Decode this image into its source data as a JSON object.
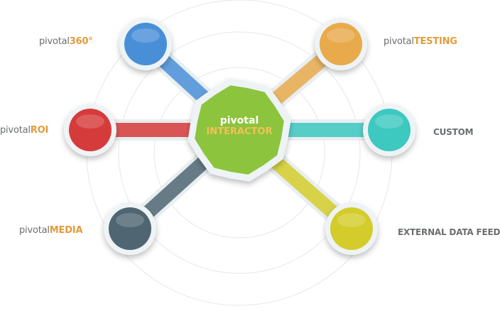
{
  "center": {
    "line1": "pivotal",
    "line2": "INTERACTOR",
    "color": "#8cc43c"
  },
  "nodes": [
    {
      "prefix": "pivotal",
      "suffix": "360°",
      "color": "#4a8fd8"
    },
    {
      "prefix": "pivotal",
      "suffix": "TESTING",
      "color": "#e8aa4c"
    },
    {
      "prefix": "pivotal",
      "suffix": "ROI",
      "color": "#d63a3a"
    },
    {
      "prefix": "",
      "suffix": "CUSTOM",
      "color": "#3cc8c0"
    },
    {
      "prefix": "pivotal",
      "suffix": "MEDIA",
      "color": "#4f6672"
    },
    {
      "prefix": "",
      "suffix": "EXTERNAL DATA FEEDS",
      "color": "#d4cc2a"
    }
  ],
  "colors": {
    "label_gray": "#6b6e70",
    "label_accent": "#e39b3a"
  }
}
